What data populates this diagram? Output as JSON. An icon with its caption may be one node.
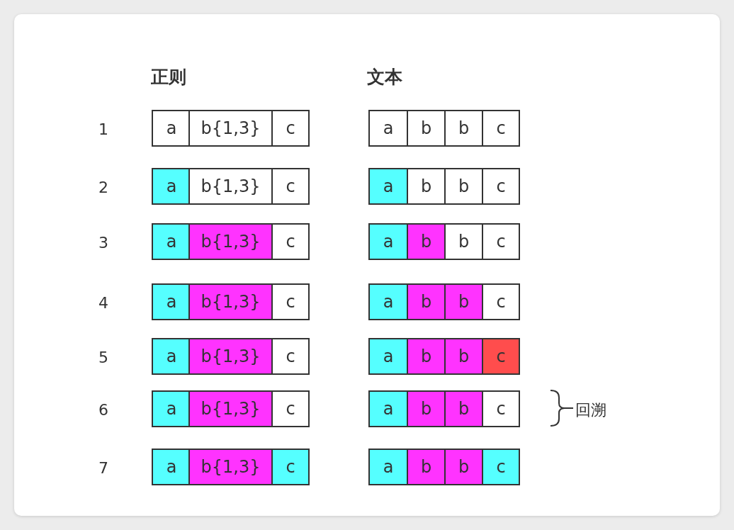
{
  "diagram": {
    "nodes": [
      {
        "text": [
          "a"
        ]
      },
      {
        "text": [
          "b{1,3}"
        ]
      },
      {
        "text": [
          "c"
        ]
      },
      {
        "text": [
          "a"
        ]
      },
      {
        "text": [
          "b"
        ]
      },
      {
        "text": [
          "b"
        ]
      },
      {
        "text": [
          "c"
        ]
      },
      {
        "text": [
          "a"
        ]
      },
      {
        "text": [
          "b{1,3}"
        ]
      },
      {
        "text": [
          "c"
        ]
      },
      {
        "text": [
          "a"
        ]
      },
      {
        "text": [
          "b"
        ]
      },
      {
        "text": [
          "b"
        ]
      },
      {
        "text": [
          "c"
        ]
      },
      {
        "text": [
          "a"
        ]
      },
      {
        "text": [
          "b{1,3}"
        ]
      },
      {
        "text": [
          "c"
        ]
      },
      {
        "text": [
          "a"
        ]
      },
      {
        "text": [
          "b"
        ]
      },
      {
        "text": [
          "b"
        ]
      },
      {
        "text": [
          "c"
        ]
      },
      {
        "text": [
          "a"
        ]
      },
      {
        "text": [
          "b{1,3}"
        ]
      },
      {
        "text": [
          "c"
        ]
      },
      {
        "text": [
          "a"
        ]
      },
      {
        "text": [
          "b"
        ]
      },
      {
        "text": [
          "b"
        ]
      },
      {
        "text": [
          "c"
        ]
      },
      {
        "text": [
          "a"
        ]
      },
      {
        "text": [
          "b{1,3}"
        ]
      },
      {
        "text": [
          "c"
        ]
      },
      {
        "text": [
          "a"
        ]
      },
      {
        "text": [
          "b"
        ]
      },
      {
        "text": [
          "b"
        ]
      },
      {
        "text": [
          "c"
        ]
      },
      {
        "text": [
          "a"
        ]
      },
      {
        "text": [
          "b{1,3}"
        ]
      },
      {
        "text": [
          "c"
        ]
      },
      {
        "text": [
          "a"
        ]
      },
      {
        "text": [
          "b"
        ]
      },
      {
        "text": [
          "b"
        ]
      },
      {
        "text": [
          "c"
        ]
      },
      {
        "text": [
          "a"
        ]
      },
      {
        "text": [
          "b{1,3}"
        ]
      },
      {
        "text": [
          "c"
        ]
      },
      {
        "text": [
          "a"
        ]
      },
      {
        "text": [
          "b"
        ]
      },
      {
        "text": [
          "b"
        ]
      },
      {
        "text": [
          "c"
        ]
      }
    ],
    "labels": [
      "正则",
      "文本",
      "1",
      "2",
      "3",
      "4",
      "5",
      "6",
      "回溯",
      "7"
    ]
  }
}
